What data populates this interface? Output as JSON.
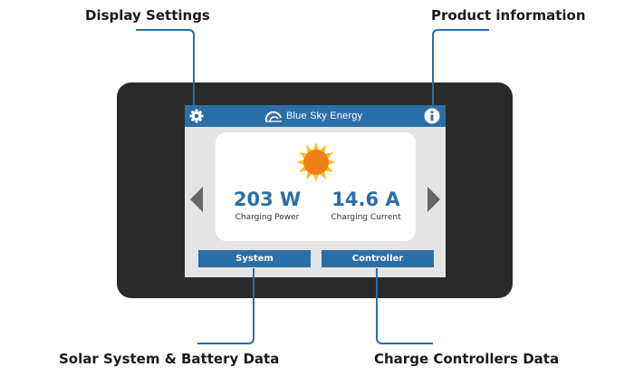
{
  "callouts": {
    "display_settings": "Display Settings",
    "product_information": "Product information",
    "system_data": "Solar System & Battery Data",
    "controller_data": "Charge Controllers Data"
  },
  "screen": {
    "brand": "Blue Sky Energy",
    "charging_power": {
      "value": "203 W",
      "label": "Charging Power"
    },
    "charging_current": {
      "value": "14.6 A",
      "label": "Charging Current"
    },
    "buttons": {
      "system": "System",
      "controller": "Controller"
    }
  },
  "icons": {
    "settings": "gear-icon",
    "info": "info-icon",
    "brand": "logo-arc-icon",
    "weather": "sun-icon",
    "prev": "arrow-left-icon",
    "next": "arrow-right-icon"
  },
  "colors": {
    "accent": "#2a6fa8",
    "bezel": "#2a2a2a",
    "screen": "#e4e4e4",
    "sun_core": "#f07f1a",
    "sun_rays": "#f7c32b"
  }
}
